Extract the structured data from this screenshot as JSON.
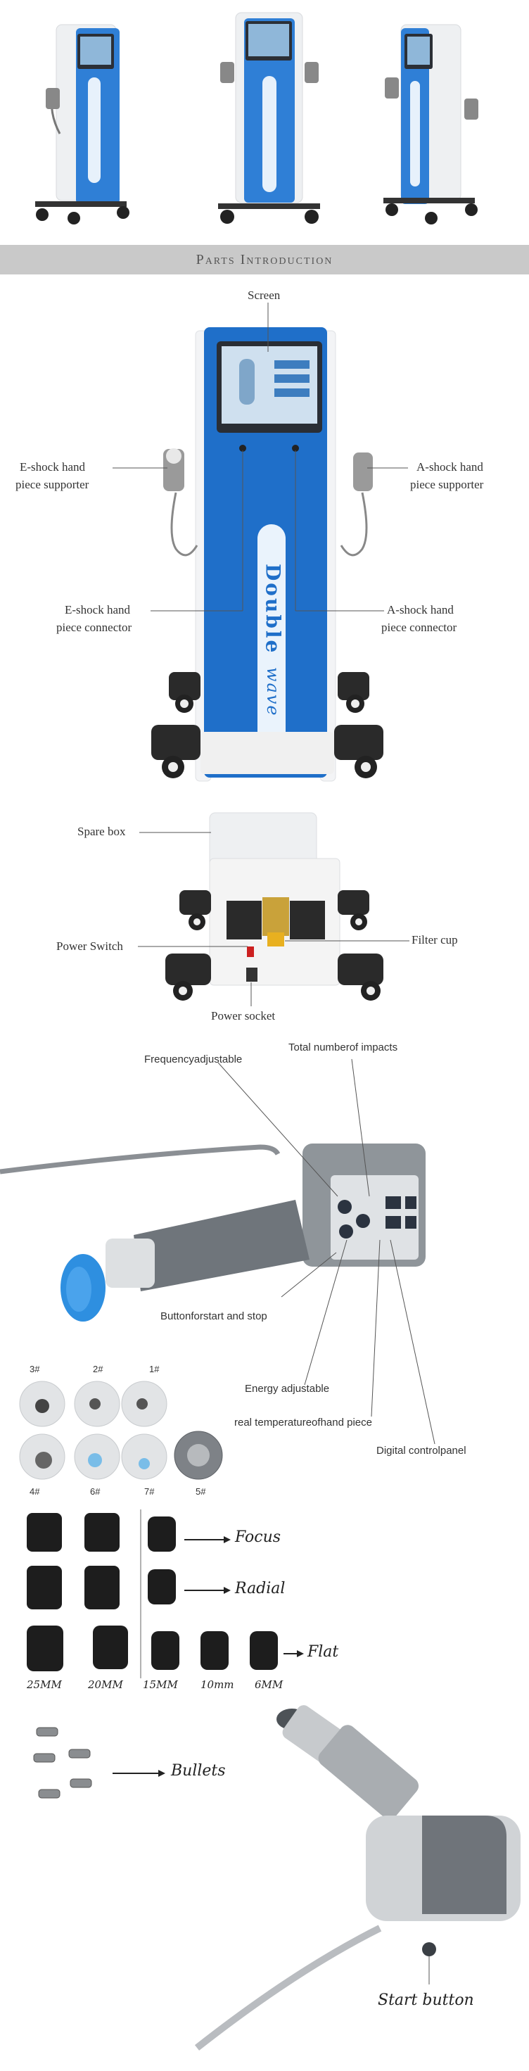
{
  "banner": {
    "title": "Parts Introduction"
  },
  "machine": {
    "screen": "Screen",
    "e_supporter": "E-shock hand piece supporter",
    "e_supporter_l1": "E-shock hand",
    "e_supporter_l2": "piece supporter",
    "a_supporter_l1": "A-shock hand",
    "a_supporter_l2": "piece supporter",
    "e_connector_l1": "E-shock hand",
    "e_connector_l2": "piece connector",
    "a_connector_l1": "A-shock hand",
    "a_connector_l2": "piece connector",
    "brand1": "Double",
    "brand2": "wave"
  },
  "back": {
    "spare_box": "Spare box",
    "power_switch": "Power Switch",
    "filter_cup": "Filter cup",
    "power_socket": "Power socket"
  },
  "handpiece": {
    "frequency": "Frequencyadjustable",
    "total_impacts": "Total numberof impacts",
    "start_stop": "Buttonforstart and stop",
    "energy": "Energy adjustable",
    "temperature": "real temperatureofhand piece",
    "control_panel": "Digital controlpanel"
  },
  "heads": {
    "top_labels": [
      "3#",
      "2#",
      "1#"
    ],
    "bottom_labels": [
      "4#",
      "6#",
      "7#",
      "5#"
    ]
  },
  "transmitters": {
    "focus": "Focus",
    "radial": "Radial",
    "flat": "Flat",
    "sizes": [
      "25MM",
      "20MM",
      "15MM",
      "10mm",
      "6MM"
    ]
  },
  "bullets": {
    "label": "Bullets"
  },
  "start": {
    "label": "Start button"
  },
  "colors": {
    "brand_blue": "#1f6fc9",
    "banner_gray": "#c9c9c9"
  }
}
